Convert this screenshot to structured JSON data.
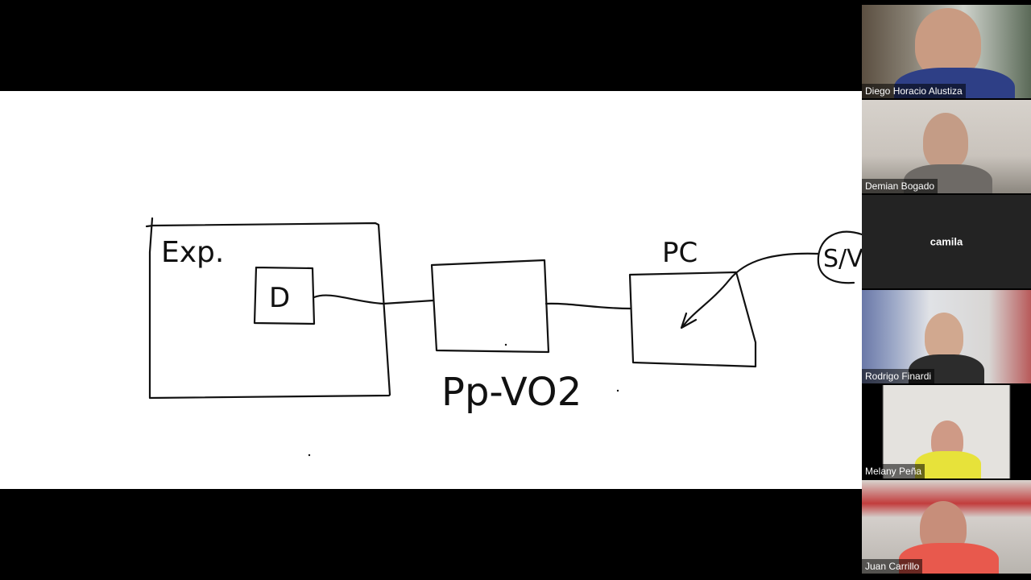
{
  "whiteboard": {
    "labels": {
      "exp": "Exp.",
      "d": "D",
      "pc": "PC",
      "pp_vo2": "Pp-VO2",
      "sv": "S/V"
    }
  },
  "participants": [
    {
      "name": "Diego Horacio Alustiza",
      "video": true
    },
    {
      "name": "Demian Bogado",
      "video": true
    },
    {
      "name": "camila",
      "video": false
    },
    {
      "name": "Rodrigo Finardi",
      "video": true
    },
    {
      "name": "Melany Peña",
      "video": true
    },
    {
      "name": "Juan Carrillo",
      "video": true
    }
  ]
}
